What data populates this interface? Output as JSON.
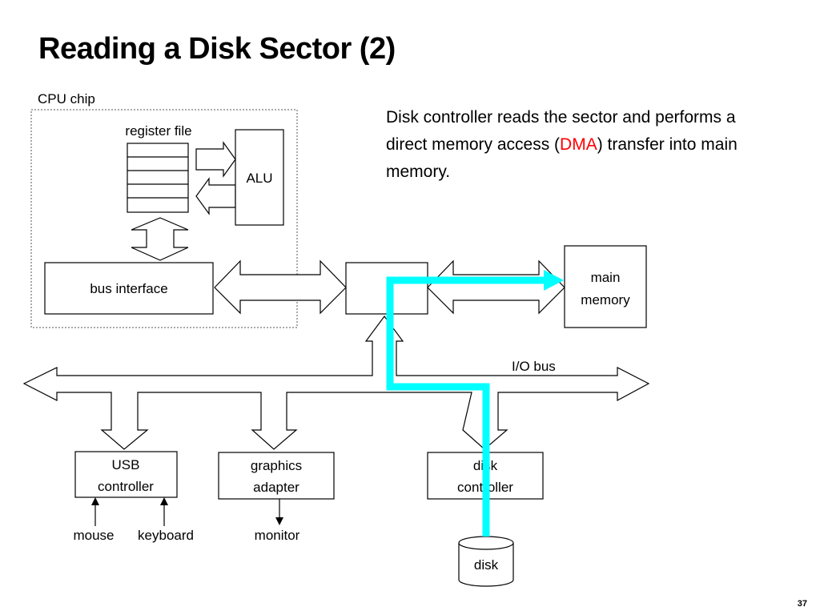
{
  "slide": {
    "title": "Reading a Disk Sector (2)",
    "description_before": "Disk controller reads the sector and performs a direct memory access (",
    "description_highlight": "DMA",
    "description_after": ") transfer into main memory.",
    "slide_number": "37"
  },
  "diagram": {
    "cpu_chip_label": "CPU chip",
    "register_file_label": "register file",
    "alu_label": "ALU",
    "bus_interface_label": "bus interface",
    "main_memory_line1": "main",
    "main_memory_line2": "memory",
    "io_bus_label": "I/O bus",
    "usb_line1": "USB",
    "usb_line2": "controller",
    "graphics_line1": "graphics",
    "graphics_line2": "adapter",
    "disk_ctrl_line1": "disk",
    "disk_ctrl_line2": "controller",
    "mouse_label": "mouse",
    "keyboard_label": "keyboard",
    "monitor_label": "monitor",
    "disk_label": "disk"
  },
  "colors": {
    "dma_highlight": "#ff0000",
    "dma_path": "#00ffff"
  }
}
